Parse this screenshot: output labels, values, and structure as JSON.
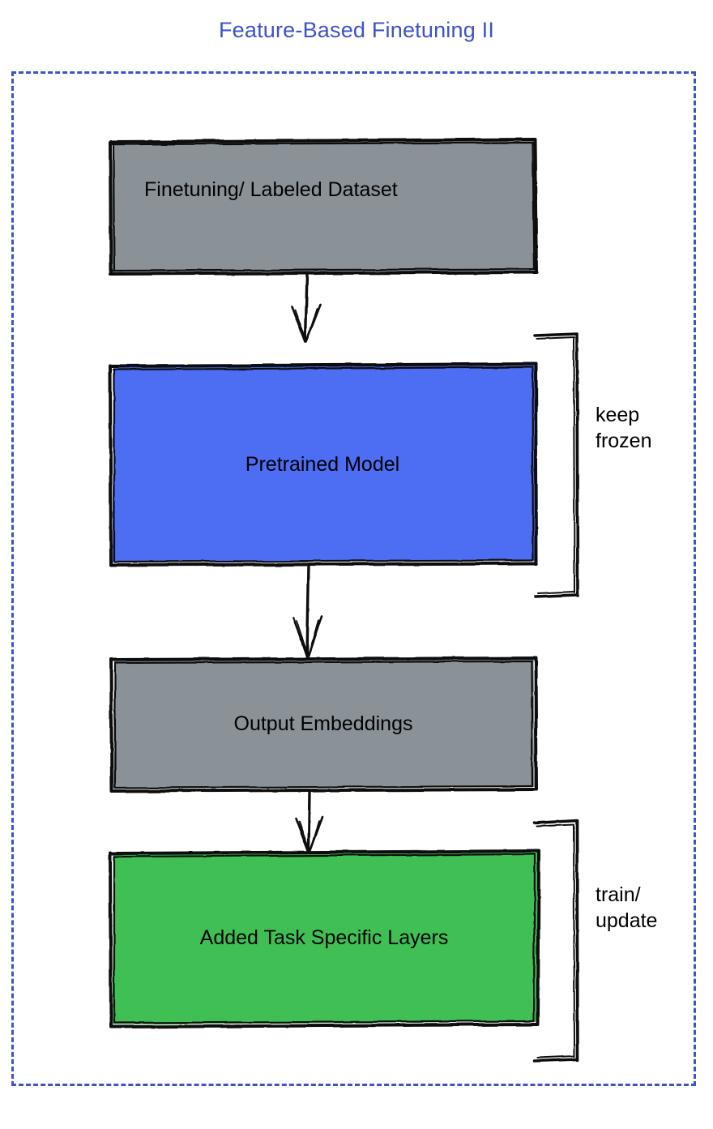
{
  "title": "Feature-Based Finetuning II",
  "theme": {
    "title_color": "#3d53c6",
    "frame_border_color": "#3d53c6",
    "gray_fill": "#8a9298",
    "blue_fill": "#4d6df2",
    "green_fill": "#3fbf55",
    "stroke_color": "#111111",
    "background": "#ffffff"
  },
  "diagram": {
    "type": "flowchart",
    "orientation": "top-to-bottom",
    "nodes": [
      {
        "id": "dataset",
        "label": "Finetuning/ Labeled Dataset",
        "fill": "#8a9298",
        "text_align": "left"
      },
      {
        "id": "pretrained",
        "label": "Pretrained Model",
        "fill": "#4d6df2",
        "text_align": "center"
      },
      {
        "id": "embeddings",
        "label": "Output Embeddings",
        "fill": "#8a9298",
        "text_align": "center"
      },
      {
        "id": "layers",
        "label": "Added Task Specific Layers",
        "fill": "#3fbf55",
        "text_align": "center"
      }
    ],
    "edges": [
      {
        "from": "dataset",
        "to": "pretrained",
        "style": "arrow"
      },
      {
        "from": "pretrained",
        "to": "embeddings",
        "style": "arrow"
      },
      {
        "from": "embeddings",
        "to": "layers",
        "style": "arrow"
      }
    ],
    "annotations": [
      {
        "id": "keep-frozen",
        "text": "keep\nfrozen",
        "target": "pretrained",
        "bracket": "right"
      },
      {
        "id": "train-update",
        "text": "train/\nupdate",
        "target": "layers",
        "bracket": "right"
      }
    ]
  }
}
